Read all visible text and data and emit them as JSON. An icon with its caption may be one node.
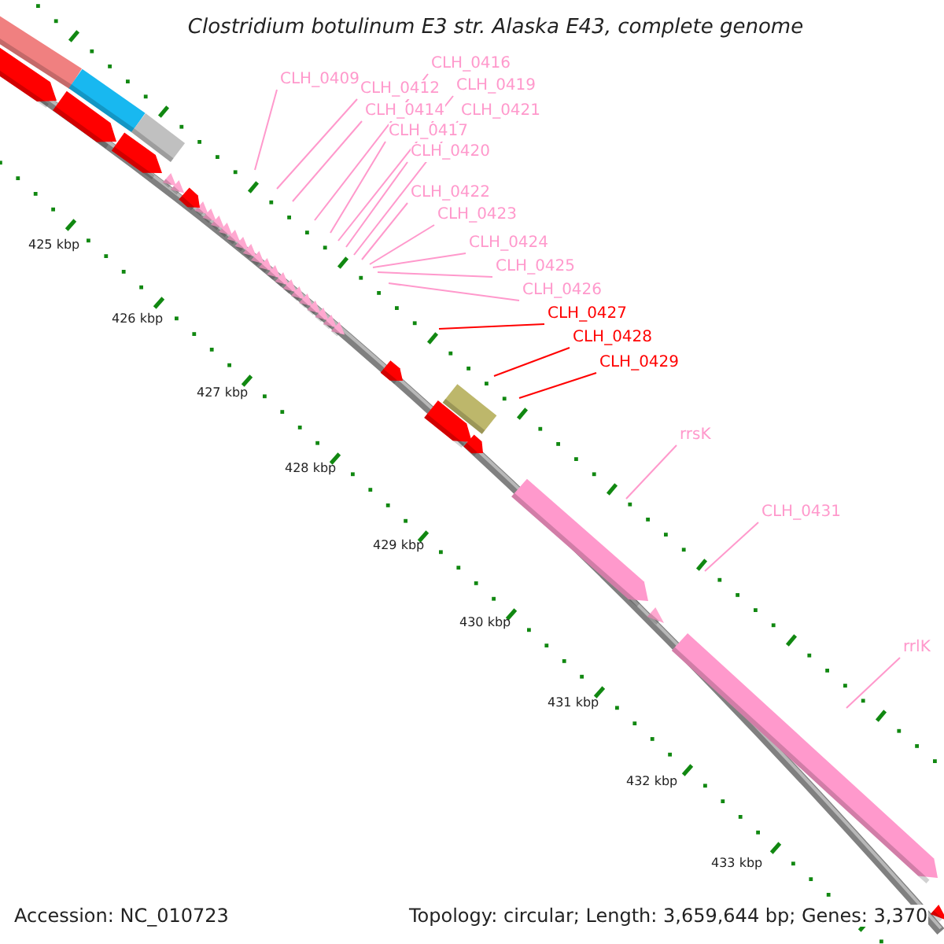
{
  "diagram": {
    "title": "Clostridium botulinum E3 str. Alaska E43, complete genome",
    "nodes": [
      {
        "text": [
          "CLH_0409"
        ]
      },
      {
        "text": [
          "CLH_0412"
        ]
      },
      {
        "text": [
          "CLH_0414"
        ]
      },
      {
        "text": [
          "CLH_0416"
        ]
      },
      {
        "text": [
          "CLH_0417"
        ]
      },
      {
        "text": [
          "CLH_0419"
        ]
      },
      {
        "text": [
          "CLH_0420"
        ]
      },
      {
        "text": [
          "CLH_0421"
        ]
      },
      {
        "text": [
          "CLH_0422"
        ]
      },
      {
        "text": [
          "CLH_0423"
        ]
      },
      {
        "text": [
          "CLH_0424"
        ]
      },
      {
        "text": [
          "CLH_0425"
        ]
      },
      {
        "text": [
          "CLH_0426"
        ]
      },
      {
        "text": [
          "CLH_0427"
        ]
      },
      {
        "text": [
          "CLH_0428"
        ]
      },
      {
        "text": [
          "CLH_0429"
        ]
      },
      {
        "text": [
          "rrsK"
        ]
      },
      {
        "text": [
          "CLH_0431"
        ]
      },
      {
        "text": [
          "rrlK"
        ]
      }
    ],
    "edges": [
      {
        "from": 0,
        "to": null,
        "arrow": "none"
      },
      {
        "from": 1,
        "to": null,
        "arrow": "none"
      },
      {
        "from": 2,
        "to": null,
        "arrow": "none"
      },
      {
        "from": 3,
        "to": null,
        "arrow": "none"
      },
      {
        "from": 4,
        "to": null,
        "arrow": "none"
      },
      {
        "from": 5,
        "to": null,
        "arrow": "none"
      },
      {
        "from": 6,
        "to": null,
        "arrow": "none"
      },
      {
        "from": 7,
        "to": null,
        "arrow": "none"
      },
      {
        "from": 8,
        "to": null,
        "arrow": "none"
      },
      {
        "from": 9,
        "to": null,
        "arrow": "none"
      },
      {
        "from": 10,
        "to": null,
        "arrow": "none"
      },
      {
        "from": 11,
        "to": null,
        "arrow": "none"
      },
      {
        "from": 12,
        "to": null,
        "arrow": "none"
      },
      {
        "from": 13,
        "to": null,
        "arrow": "none",
        "color": "#ff0000"
      },
      {
        "from": 14,
        "to": null,
        "arrow": "none",
        "color": "#ff0000"
      },
      {
        "from": 15,
        "to": null,
        "arrow": "none",
        "color": "#ff0000"
      },
      {
        "from": 16,
        "to": null,
        "arrow": "none"
      },
      {
        "from": 17,
        "to": null,
        "arrow": "none"
      },
      {
        "from": 18,
        "to": null,
        "arrow": "none"
      }
    ],
    "labels": [
      "425 kbp",
      "426 kbp",
      "427 kbp",
      "428 kbp",
      "429 kbp",
      "430 kbp",
      "431 kbp",
      "432 kbp",
      "433 kbp",
      "Accession: NC_010723",
      "Topology: circular; Length: 3,659,644 bp; Genes: 3,370"
    ]
  }
}
